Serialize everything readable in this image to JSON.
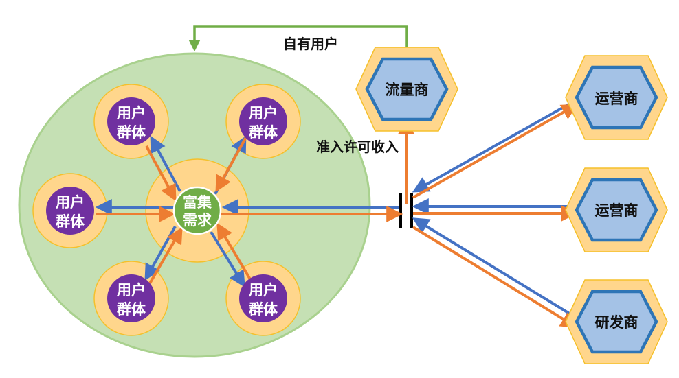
{
  "colors": {
    "ellipse_fill": "#c5e0b4",
    "ellipse_stroke": "#a9d18e",
    "halo_fill": "#ffd68c",
    "halo_stroke": "#f5c02b",
    "user_group_fill": "#7030a0",
    "core_fill": "#70ad47",
    "hex_inner_fill": "#a4c2e6",
    "hex_inner_stroke": "#2e75b6",
    "arrow_blue": "#4472c4",
    "arrow_orange": "#ed7d31",
    "arrow_green": "#70ad47",
    "gate": "#000000"
  },
  "core": {
    "label_line1": "富集",
    "label_line2": "需求"
  },
  "user_groups": [
    {
      "id": "top-left",
      "label_line1": "用户",
      "label_line2": "群体"
    },
    {
      "id": "top-right",
      "label_line1": "用户",
      "label_line2": "群体"
    },
    {
      "id": "left",
      "label_line1": "用户",
      "label_line2": "群体"
    },
    {
      "id": "bottom-left",
      "label_line1": "用户",
      "label_line2": "群体"
    },
    {
      "id": "bottom-right",
      "label_line1": "用户",
      "label_line2": "群体"
    }
  ],
  "partners": {
    "traffic": {
      "label": "流量商"
    },
    "operator_1": {
      "label": "运营商"
    },
    "operator_2": {
      "label": "运营商"
    },
    "developer": {
      "label": "研发商"
    }
  },
  "annotations": {
    "own_users": "自有用户",
    "access_license_income": "准入许可收入"
  }
}
